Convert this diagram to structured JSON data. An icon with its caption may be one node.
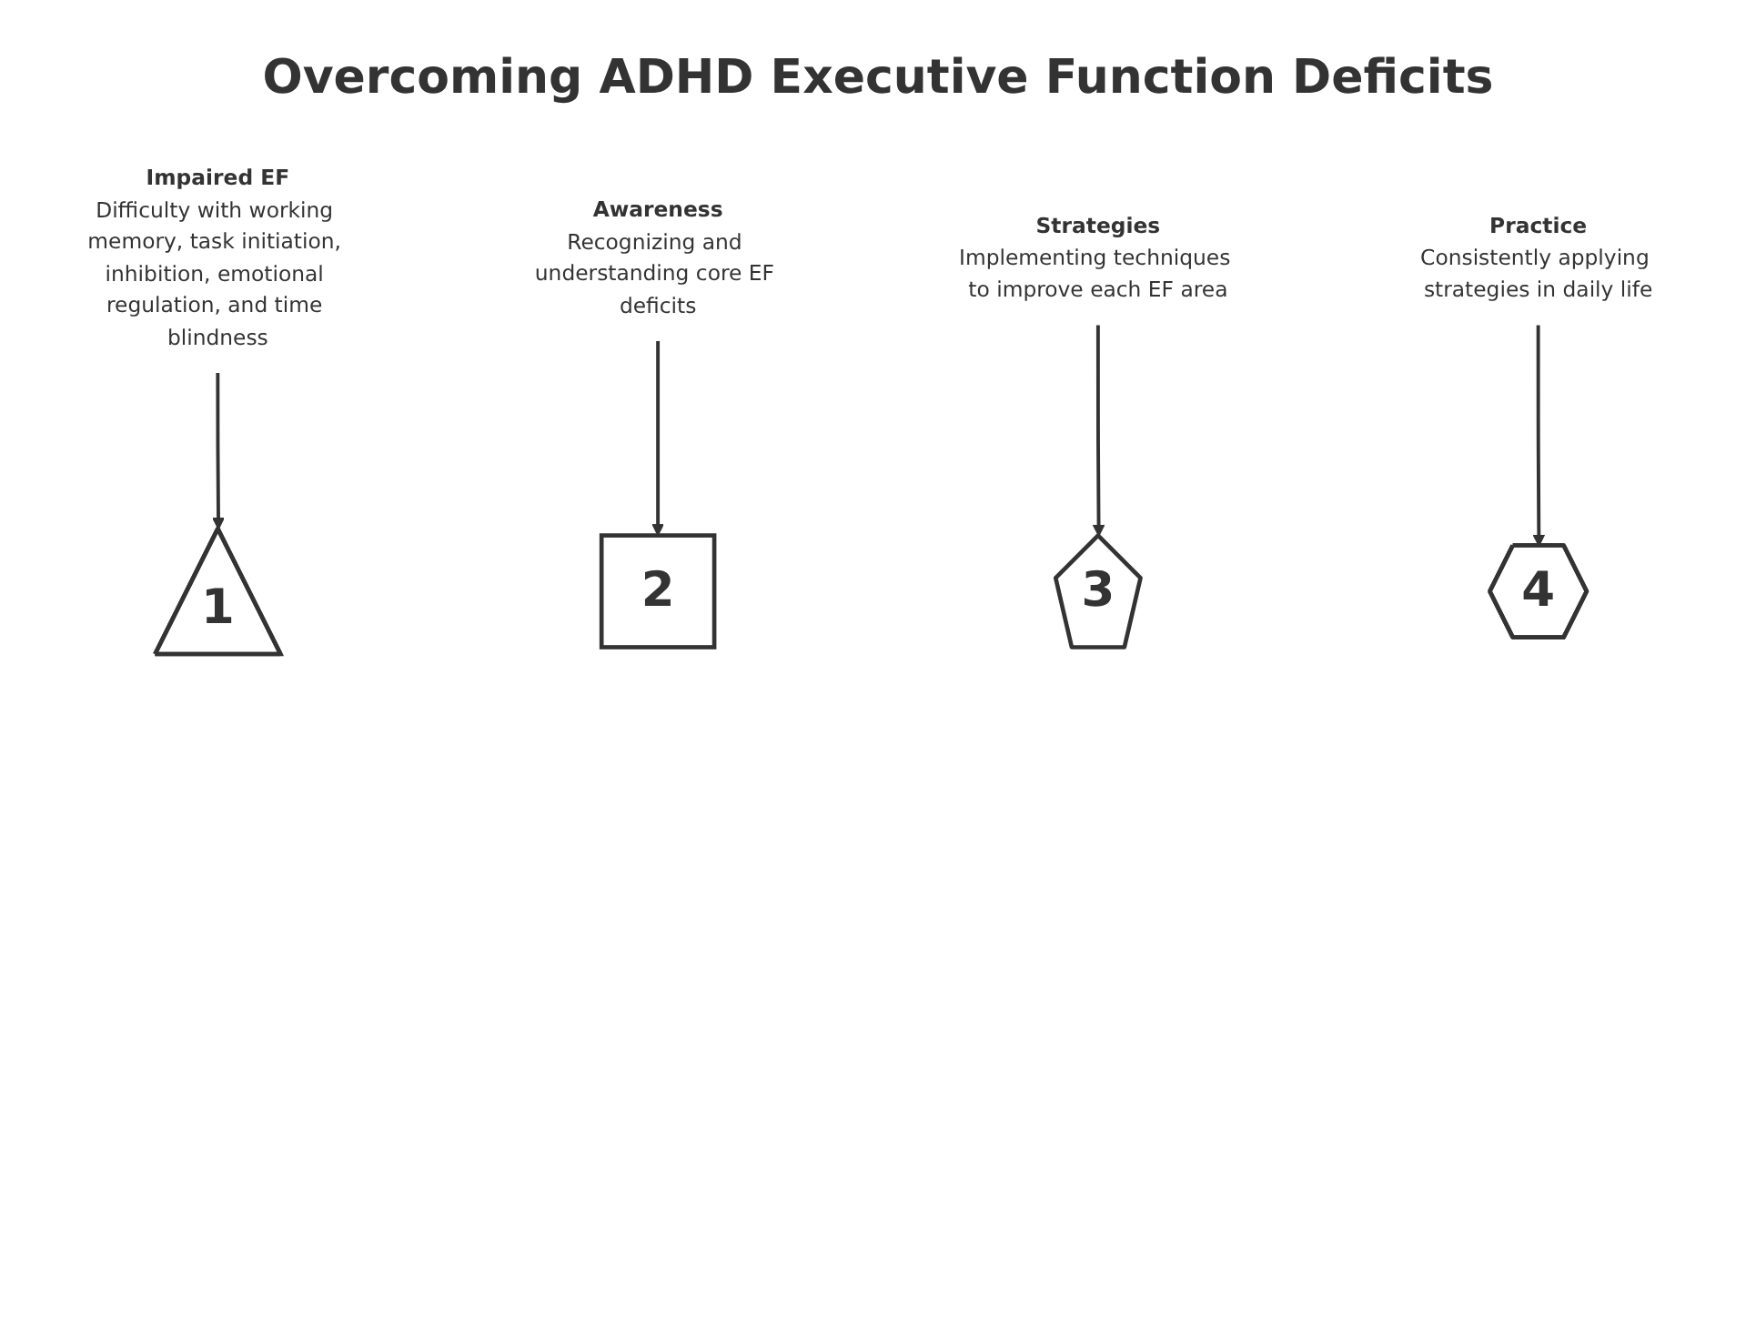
{
  "diagram": {
    "title": "Overcoming ADHD Executive Function Deficits",
    "nodes": [
      {
        "text": [
          "Impaired EF",
          "Difficulty with working memory, task initiation, inhibition, emotional regulation, and time blindness"
        ]
      },
      {
        "text": [
          "Strategies",
          "Implementing techniques to improve each EF area"
        ]
      },
      {
        "text": [
          "1"
        ]
      },
      {
        "text": [
          "2"
        ]
      },
      {
        "text": [
          "3"
        ]
      },
      {
        "text": [
          "4"
        ]
      },
      {
        "text": [
          "Awareness",
          "Recognizing and understanding core EF deficits"
        ]
      },
      {
        "text": [
          "Practice",
          "Consistently applying strategies in daily life"
        ]
      }
    ],
    "edges": [
      {
        "from": 0,
        "to": 2,
        "arrow": "to"
      },
      {
        "from": 1,
        "to": 4,
        "arrow": "to"
      },
      {
        "from": 6,
        "to": 3,
        "arrow": "to"
      },
      {
        "from": 7,
        "to": 5,
        "arrow": "to"
      }
    ]
  }
}
